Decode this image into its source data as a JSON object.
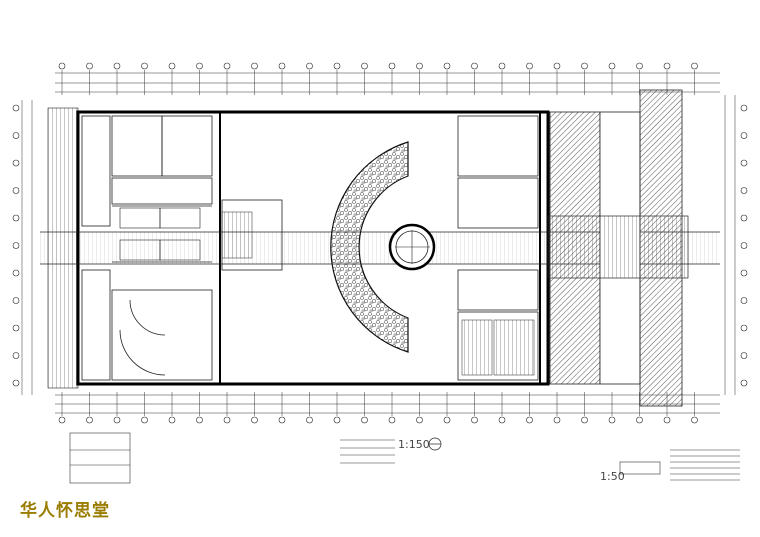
{
  "drawing": {
    "scale_main": "1:150",
    "scale_detail": "1:50"
  },
  "credit": {
    "text": "华人怀思堂",
    "color": "#9a7d00"
  },
  "colors": {
    "line": "#1a1a1a",
    "hatch": "#555555",
    "paper": "#ffffff"
  }
}
